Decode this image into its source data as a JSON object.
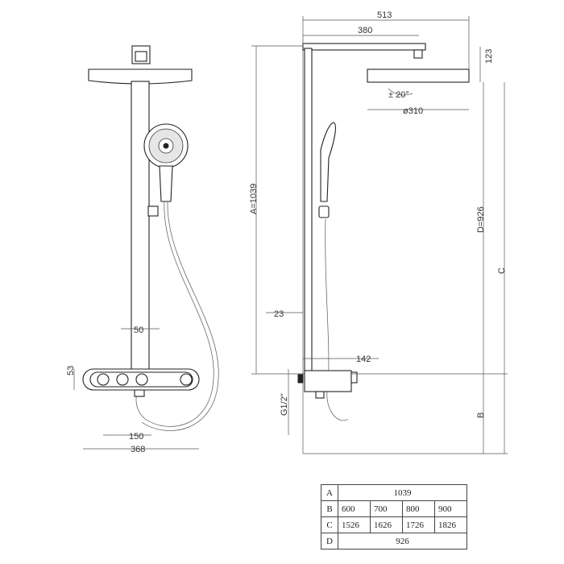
{
  "dimensions": {
    "top_width": "513",
    "arm_length": "380",
    "head_height": "123",
    "head_diameter": "ø310",
    "head_tilt": "± 20°",
    "overall_height": "A=1039",
    "bar_to_head": "D=926",
    "total_height": "C",
    "floor_height": "B",
    "wall_offset": "23",
    "inlet_offset": "142",
    "thread": "G1/2\"",
    "bar_diameter": "50",
    "mixer_height": "53",
    "inlet_spacing": "150",
    "mixer_width": "368"
  },
  "spec_table": {
    "rows": [
      {
        "label": "A",
        "values": [
          "1039"
        ]
      },
      {
        "label": "B",
        "values": [
          "600",
          "700",
          "800",
          "900"
        ]
      },
      {
        "label": "C",
        "values": [
          "1526",
          "1626",
          "1726",
          "1826"
        ]
      },
      {
        "label": "D",
        "values": [
          "926"
        ]
      }
    ]
  }
}
